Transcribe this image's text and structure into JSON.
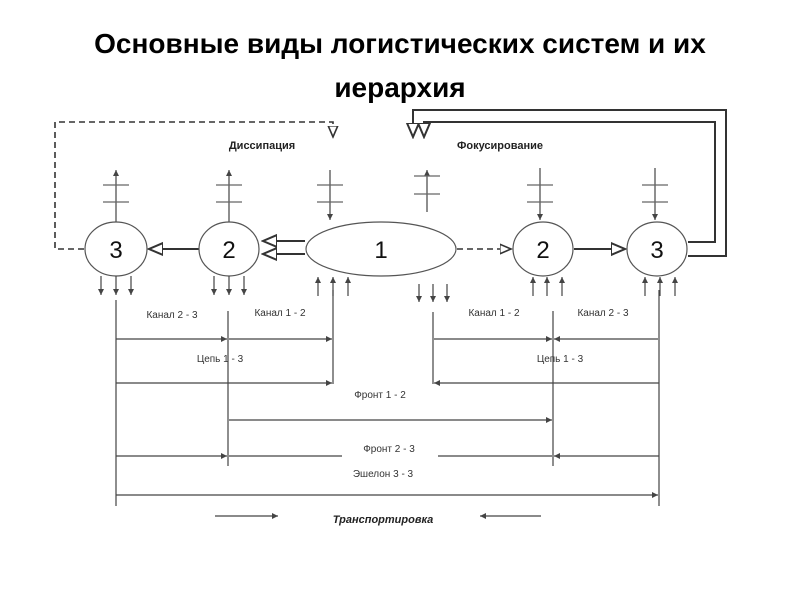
{
  "title": {
    "line1": "Основные виды логистических систем и их",
    "line2": "иерархия"
  },
  "nodes": {
    "left3": "3",
    "left2": "2",
    "center": "1",
    "right2": "2",
    "right3": "3"
  },
  "labels": {
    "dissipation": "Диссипация",
    "focusing": "Фокусирование",
    "left_channel_23": "Канал 2 - 3",
    "left_channel_12": "Канал 1 - 2",
    "right_channel_12": "Канал 1 - 2",
    "right_channel_23": "Канал 2 - 3",
    "left_chain": "Цепь 1 - 3",
    "right_chain": "Цепь 1 - 3",
    "front_12": "Фронт 1 - 2",
    "front_23": "Фронт 2 - 3",
    "echelon": "Эшелон 3 - 3",
    "transport": "Транспортировка"
  }
}
